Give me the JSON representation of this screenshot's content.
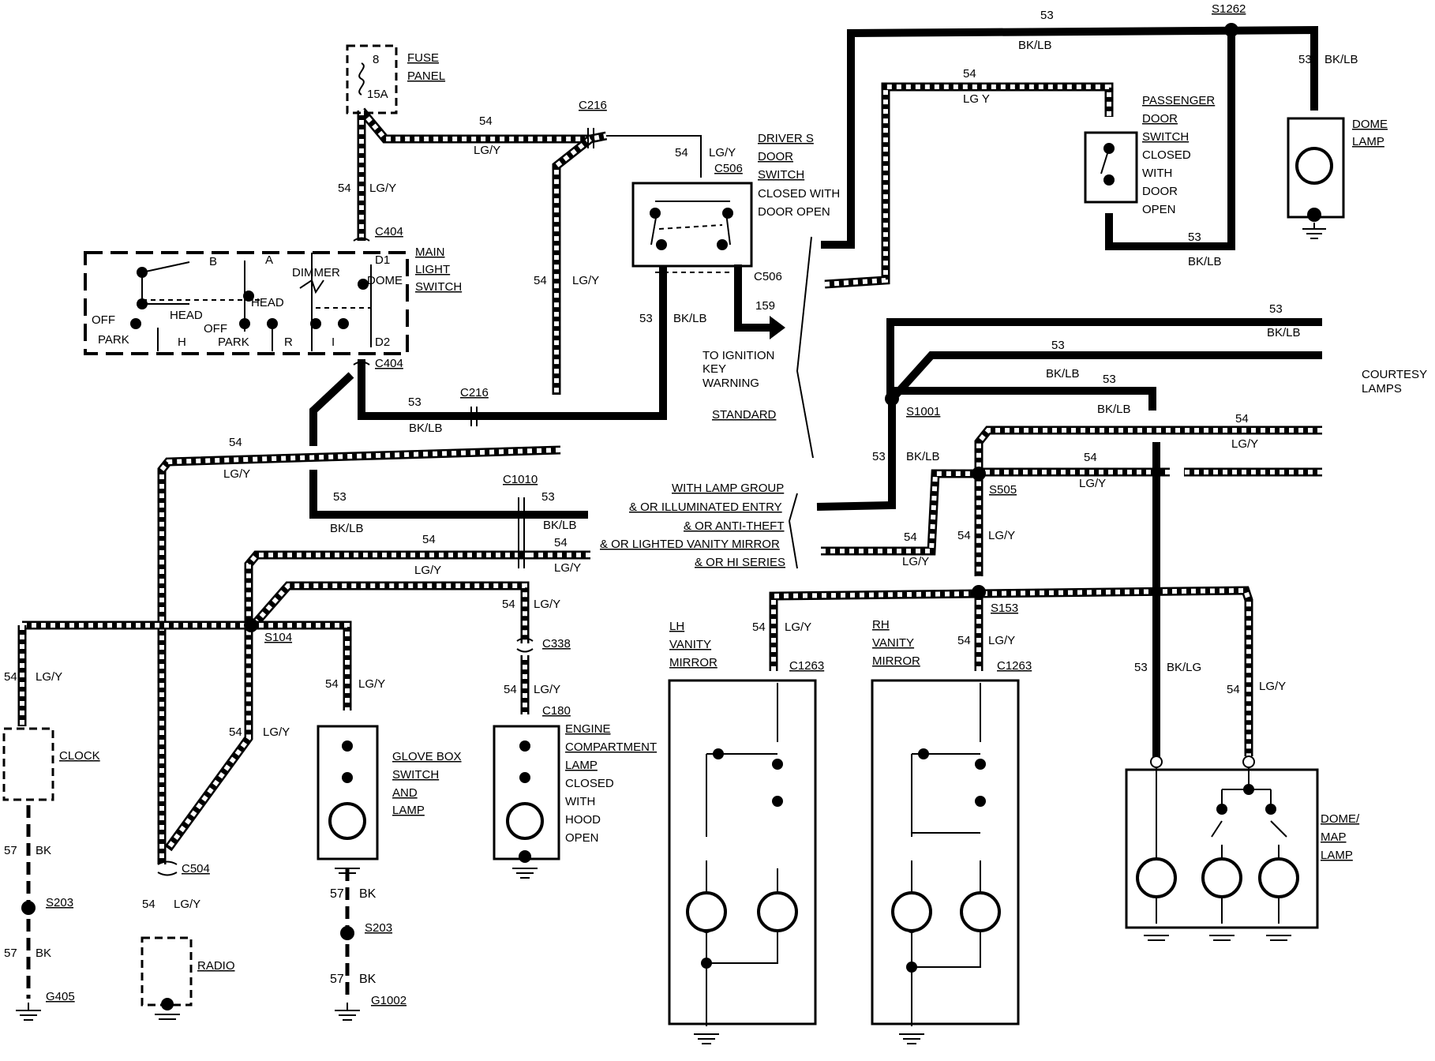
{
  "components": {
    "fuse_panel": {
      "fuse_number": "8",
      "rating": "15A",
      "label_1": "FUSE",
      "label_2": "PANEL"
    },
    "main_light_switch": {
      "label_1": "MAIN",
      "label_2": "LIGHT",
      "label_3": "SWITCH",
      "off1": "OFF",
      "park1": "PARK",
      "head1": "HEAD",
      "h": "H",
      "b": "B",
      "a": "A",
      "dimmer": "DIMMER",
      "head2": "HEAD",
      "off2": "OFF",
      "park2": "PARK",
      "r": "R",
      "i": "I",
      "dome": "DOME",
      "d1": "D1",
      "d2": "D2"
    },
    "drivers_door_switch": {
      "l1": "DRIVER S",
      "l2": "DOOR",
      "l3": "SWITCH",
      "l4": "CLOSED WITH",
      "l5": "DOOR OPEN"
    },
    "passenger_door_switch": {
      "l1": "PASSENGER",
      "l2": "DOOR",
      "l3": "SWITCH",
      "l4": "CLOSED",
      "l5": "WITH",
      "l6": "DOOR",
      "l7": "OPEN"
    },
    "dome_lamp": {
      "l1": "DOME",
      "l2": "LAMP"
    },
    "courtesy_lamps": {
      "l1": "COURTESY",
      "l2": "LAMPS"
    },
    "ignition_key": {
      "wire": "159",
      "l1": "TO IGNITION",
      "l2": "KEY",
      "l3": "WARNING"
    },
    "standard": "STANDARD",
    "options": [
      "WITH LAMP GROUP",
      "& OR ILLUMINATED ENTRY",
      "& OR ANTI-THEFT",
      "& OR LIGHTED VANITY MIRROR",
      "& OR HI SERIES"
    ],
    "clock": "CLOCK",
    "radio": "RADIO",
    "glove_box": {
      "l1": "GLOVE BOX",
      "l2": "SWITCH",
      "l3": "AND",
      "l4": "LAMP"
    },
    "engine_lamp": {
      "l1": "ENGINE",
      "l2": "COMPARTMENT",
      "l3": "LAMP",
      "l4": "CLOSED",
      "l5": "WITH",
      "l6": "HOOD",
      "l7": "OPEN"
    },
    "lh_vanity": {
      "l1": "LH",
      "l2": "VANITY",
      "l3": "MIRROR"
    },
    "rh_vanity": {
      "l1": "RH",
      "l2": "VANITY",
      "l3": "MIRROR"
    },
    "dome_map": {
      "l1": "DOME/",
      "l2": "MAP",
      "l3": "LAMP"
    }
  },
  "connectors": {
    "c216a": "C216",
    "c216b": "C216",
    "c404a": "C404",
    "c404b": "C404",
    "c506a": "C506",
    "c506b": "C506",
    "c1010": "C1010",
    "c338": "C338",
    "c180": "C180",
    "c504": "C504",
    "c1263a": "C1263",
    "c1263b": "C1263"
  },
  "splices": {
    "s1262": "S1262",
    "s1001": "S1001",
    "s505": "S505",
    "s153": "S153",
    "s104": "S104",
    "s203a": "S203",
    "s203b": "S203"
  },
  "grounds": {
    "g405": "G405",
    "g1002": "G1002"
  },
  "wires": {
    "n53": "53",
    "n54": "54",
    "n57": "57",
    "bklb": "BK/LB",
    "lgy": "LG/Y",
    "lgy_alt": "LG Y",
    "bk": "BK",
    "bklg": "BK/LG"
  }
}
